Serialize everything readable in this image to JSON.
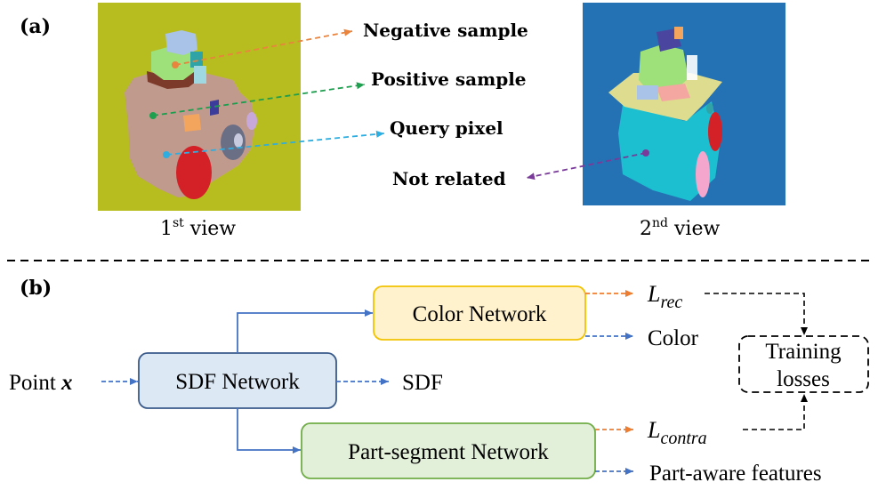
{
  "panel_a": {
    "label": "(a)",
    "annotations": {
      "negative": "Negative sample",
      "positive": "Positive sample",
      "query": "Query pixel",
      "not_related": "Not related"
    },
    "view1": {
      "num": "1",
      "sup": "st",
      "word": " view"
    },
    "view2": {
      "num": "2",
      "sup": "nd",
      "word": " view"
    },
    "colors": {
      "view1_bg": "#b8bd1f",
      "view2_bg": "#2472b3",
      "negative_arrow": "#e8843d",
      "positive_arrow": "#1e9e4f",
      "query_arrow": "#2eaee0",
      "not_related_arrow": "#7a3a9a"
    }
  },
  "panel_b": {
    "label": "(b)",
    "input": {
      "prefix": "Point ",
      "var": "x"
    },
    "boxes": {
      "sdf": "SDF Network",
      "color": "Color Network",
      "part": "Part-segment Network",
      "training_line1": "Training",
      "training_line2": "losses"
    },
    "outputs": {
      "l_rec_base": "L",
      "l_rec_sub": "rec",
      "color": "Color",
      "sdf": "SDF",
      "l_contra_base": "L",
      "l_contra_sub": "contra",
      "part_features": "Part-aware features"
    },
    "colors": {
      "sdf_fill": "#dde8f5",
      "sdf_stroke": "#3a5a8a",
      "color_fill": "#fff2cc",
      "color_stroke": "#f2c200",
      "part_fill": "#e2efd9",
      "part_stroke": "#70ad47",
      "blue_arrow": "#4472c4",
      "orange_arrow": "#ed7d31"
    }
  }
}
